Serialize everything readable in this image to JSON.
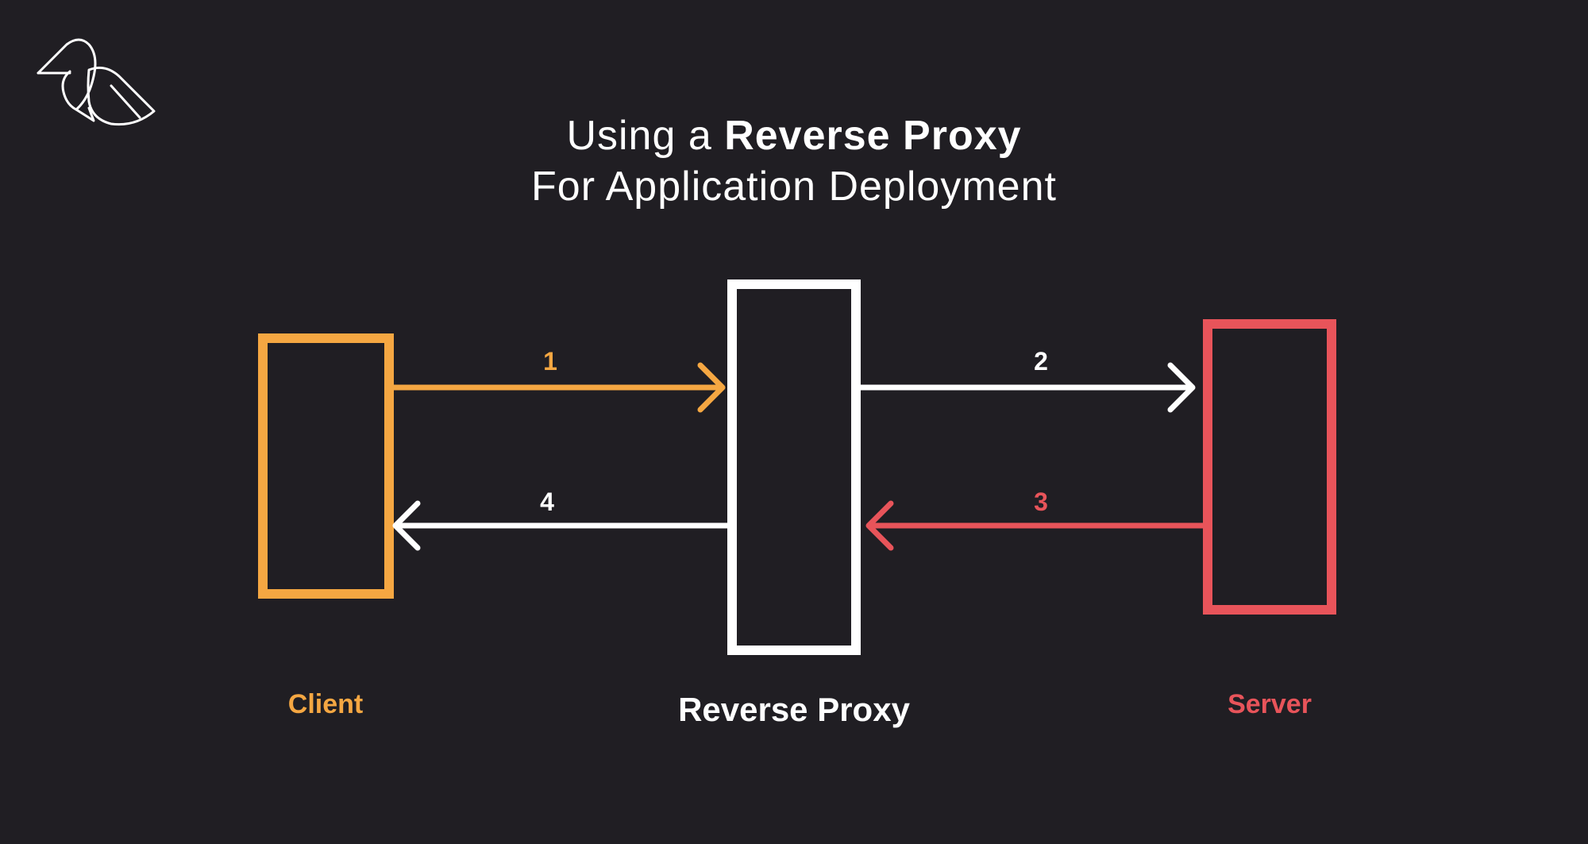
{
  "title": {
    "line1_normal": "Using a ",
    "line1_bold": "Reverse Proxy",
    "line2": "For Application Deployment"
  },
  "nodes": {
    "client": "Client",
    "proxy": "Reverse Proxy",
    "server": "Server"
  },
  "steps": [
    "1",
    "2",
    "3",
    "4"
  ],
  "colors": {
    "background": "#201e23",
    "client": "#f5a742",
    "proxy": "#ffffff",
    "server": "#e8545a"
  },
  "icons": {
    "logo": "bird-logo-icon"
  }
}
